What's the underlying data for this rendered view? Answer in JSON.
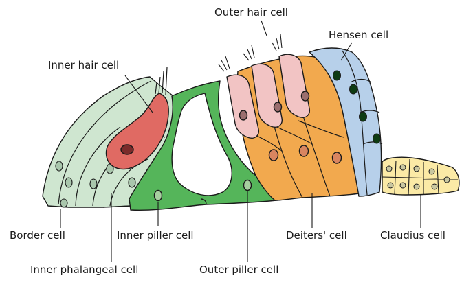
{
  "labels": {
    "outer_hair_cell": "Outer hair cell",
    "hensen_cell": "Hensen cell",
    "inner_hair_cell": "Inner hair cell",
    "border_cell": "Border cell",
    "inner_piller_cell": "Inner piller cell",
    "deiters_cell": "Deiters' cell",
    "claudius_cell": "Claudius cell",
    "inner_phalangeal_cell": "Inner phalangeal cell",
    "outer_piller_cell": "Outer piller cell"
  },
  "colors": {
    "border_cell_fill": "#cfe6d0",
    "inner_hair_cell_fill": "#e06a63",
    "piller_cell_fill": "#55b55a",
    "outer_hair_cell_fill": "#f2c4c4",
    "deiters_cell_fill": "#f2a94e",
    "hensen_cell_fill": "#b7d0ea",
    "claudius_cell_fill": "#fbeaa6",
    "nucleus_dark": "#0e3b12",
    "outline": "#1a1a1a"
  }
}
